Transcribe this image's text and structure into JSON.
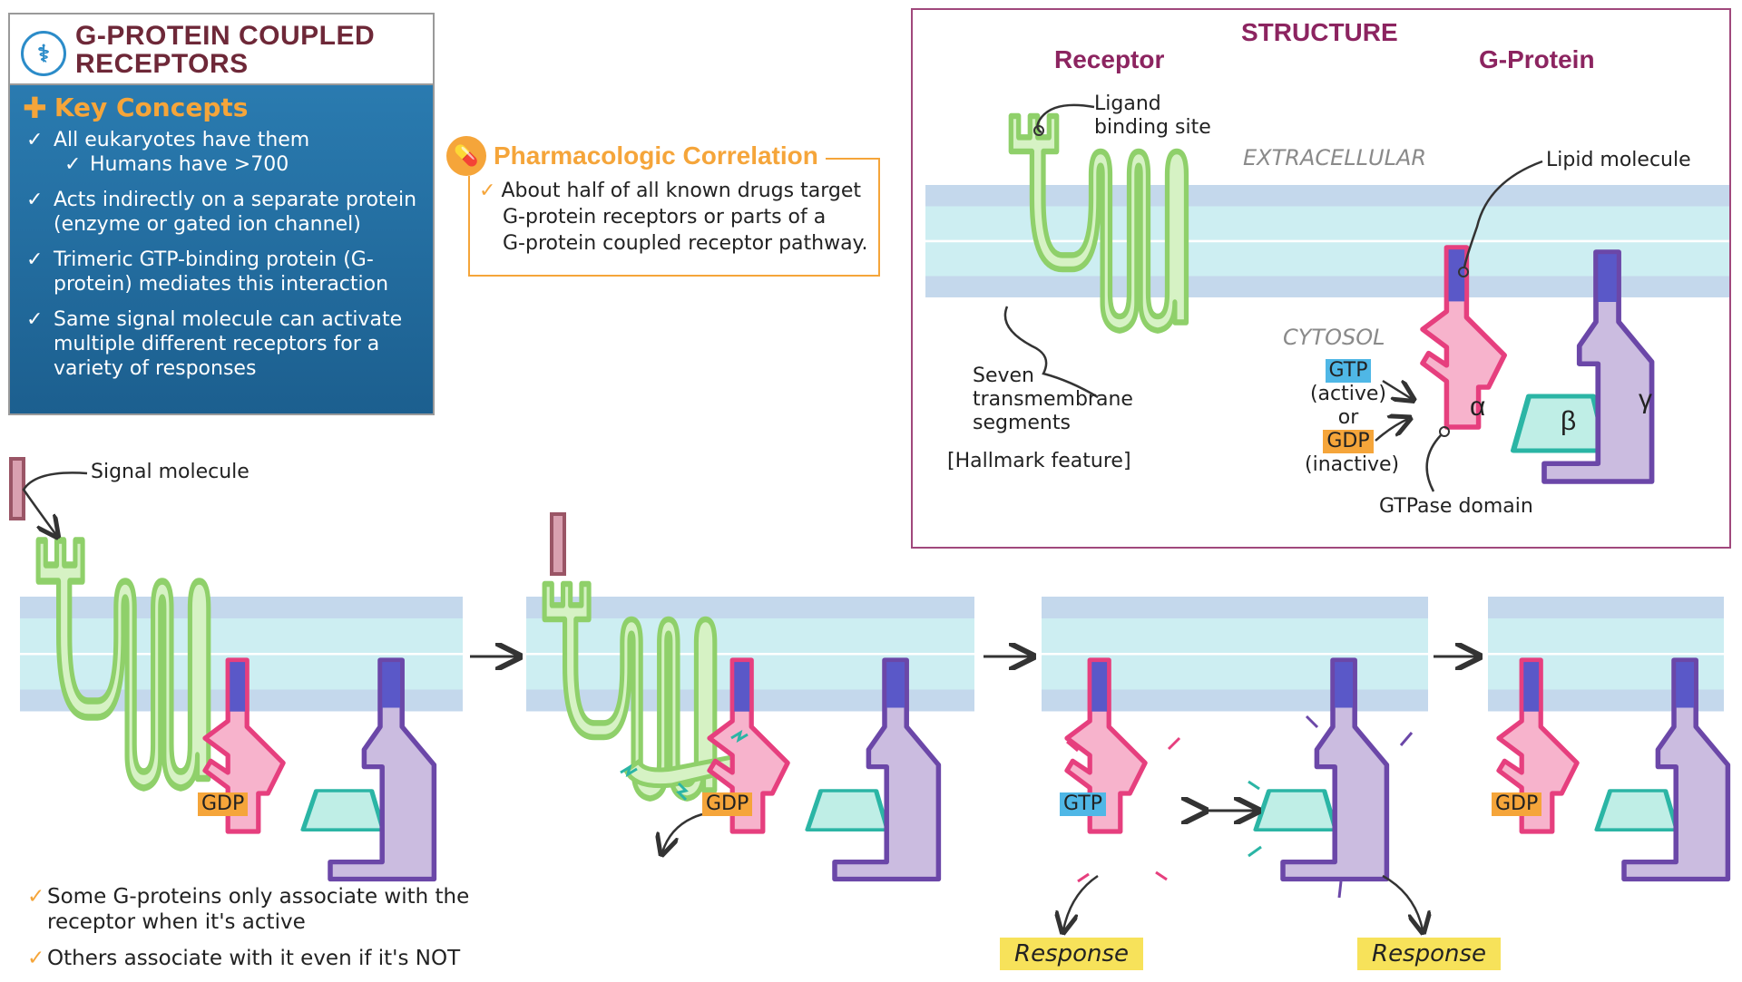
{
  "title": {
    "lines": [
      "G-PROTEIN COUPLED",
      "RECEPTORS"
    ]
  },
  "key_concepts": {
    "heading": "Key Concepts",
    "items": [
      "All eukaryotes have them",
      "Humans have >700",
      "Acts indirectly on a separate protein (enzyme or gated ion channel)",
      "Trimeric GTP-binding protein (G-protein) mediates this interaction",
      "Same signal molecule can activate multiple different receptors for a variety of responses"
    ]
  },
  "pharmacologic": {
    "heading": "Pharmacologic Correlation",
    "text_line1": "About half of all known drugs target",
    "text_line2": "G-protein receptors or parts of a",
    "text_line3": "G-protein coupled receptor pathway."
  },
  "structure": {
    "heading": "STRUCTURE",
    "receptor_label": "Receptor",
    "gprotein_label": "G-Protein",
    "ligand_label": "Ligand binding site",
    "extracellular": "EXTRACELLULAR",
    "cytosol": "CYTOSOL",
    "lipid_label": "Lipid molecule",
    "seven_label": "Seven transmembrane segments",
    "hallmark": "[Hallmark feature]",
    "gtp": "GTP",
    "active": "(active)",
    "or": "or",
    "gdp": "GDP",
    "inactive": "(inactive)",
    "gtpase": "GTPase domain",
    "alpha": "α",
    "beta": "β",
    "gamma": "γ"
  },
  "bottom": {
    "signal_label": "Signal molecule",
    "gdp": "GDP",
    "gtp": "GTP",
    "response": "Response"
  },
  "notes": [
    "Some G-proteins only associate with the receptor when it's active",
    "Others associate with it even if it's NOT"
  ],
  "colors": {
    "receptor": "#8fd06a",
    "receptor_fill": "#d6f2c4",
    "alpha": "#f7b3cc",
    "alpha_stroke": "#e63f7e",
    "lipid": "#5a58c8",
    "beta": "#bfeee6",
    "beta_stroke": "#2bb5a5",
    "gamma": "#cbbce0",
    "gamma_stroke": "#6b47a8",
    "membrane_dark": "#c4d8ec",
    "membrane_light": "#cdeef2",
    "signal": "#9a5566"
  }
}
